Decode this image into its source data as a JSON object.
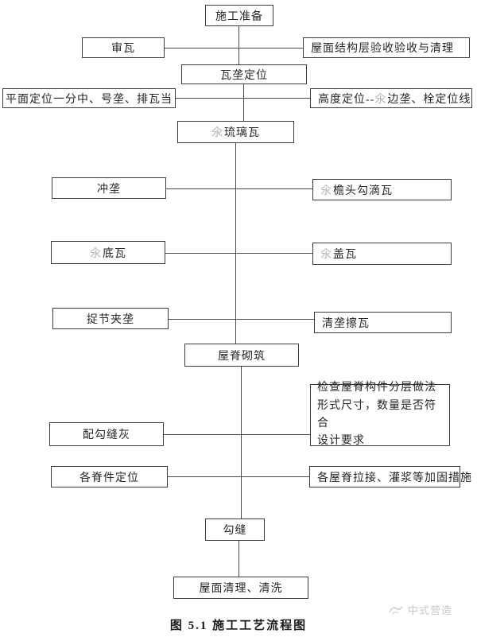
{
  "diagram": {
    "title_node": "施工准备",
    "figure_caption": "图 5.1  施工工艺流程图",
    "watermark_text": "中式营造",
    "colors": {
      "line": "#4a4a4a",
      "box_border": "#3c3c3c",
      "text": "#262626",
      "special_char": "#b3b3b3",
      "watermark": "#c9c9c9"
    },
    "nodes": {
      "n1": {
        "label": "施工准备"
      },
      "n2": {
        "label": "审瓦"
      },
      "n3": {
        "label": "屋面结构层验收验收与清理"
      },
      "n4": {
        "label": "瓦垄定位"
      },
      "n5": {
        "label": "平面定位一分中、号垄、排瓦当"
      },
      "n6": {
        "pre": "高度定位--",
        "special": "氽",
        "post": "边垄、栓定位线"
      },
      "n7": {
        "special": "氽",
        "post": "琉璃瓦"
      },
      "n8": {
        "label": "冲垄"
      },
      "n9": {
        "special": "氽",
        "post": "檐头勾滴瓦"
      },
      "n10": {
        "special": "氽",
        "post": "底瓦"
      },
      "n11": {
        "special": "氽",
        "post": "盖瓦"
      },
      "n12": {
        "label": "捉节夹垄"
      },
      "n13": {
        "label": "清垄擦瓦"
      },
      "n14": {
        "label": "屋脊砌筑"
      },
      "n15": {
        "label": "配勾缝灰"
      },
      "n16": {
        "lines": [
          "检查屋脊构件分层做法",
          "形式尺寸，数量是否符合",
          "设计要求"
        ]
      },
      "n17": {
        "label": "各脊件定位"
      },
      "n18": {
        "label": "各屋脊拉接、灌浆等加固措施"
      },
      "n19": {
        "label": "勾缝"
      },
      "n20": {
        "label": "屋面清理、清洗"
      }
    }
  }
}
